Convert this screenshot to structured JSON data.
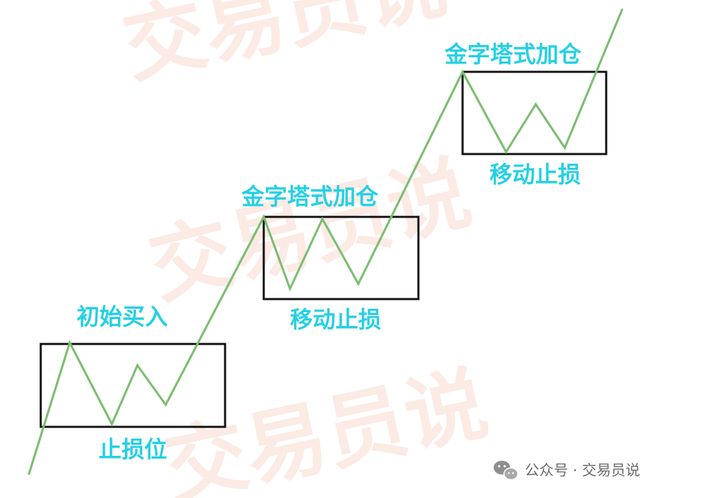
{
  "watermark": {
    "text": "交易员说"
  },
  "labels": {
    "initial_buy": "初始买入",
    "stop_loss": "止损位",
    "pyramid_add_1": "金字塔式加仓",
    "trailing_stop_1": "移动止损",
    "pyramid_add_2": "金字塔式加仓",
    "trailing_stop_2": "移动止损"
  },
  "footer": {
    "text": "公众号 · 交易员说",
    "icon": "wechat-icon"
  },
  "colors": {
    "label": "#25d0e3",
    "price_line": "#7dbd72",
    "zone_border": "#111111",
    "watermark": "#fbe3dc"
  }
}
